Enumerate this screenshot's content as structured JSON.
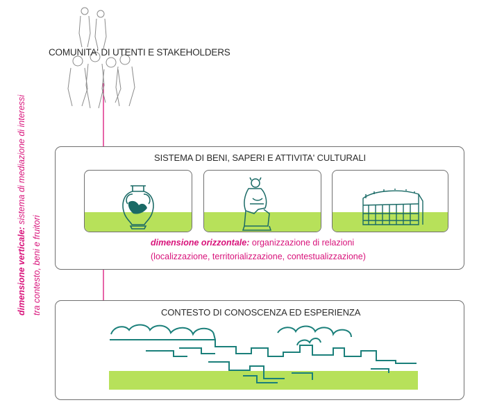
{
  "community": {
    "title": "COMUNITA' DI UTENTI E STAKEHOLDERS"
  },
  "cultural_system": {
    "title": "SISTEMA DI BENI, SAPERI E ATTIVITA' CULTURALI",
    "cards": [
      {
        "icon": "amphora-icon"
      },
      {
        "icon": "statue-icon"
      },
      {
        "icon": "colosseum-icon"
      }
    ],
    "horizontal_label": "dimensione orizzontale:",
    "horizontal_desc": " organizzazione di relazioni",
    "horizontal_detail": "(localizzazione, territorializzazione, contestualizzazione)"
  },
  "context": {
    "title": "CONTESTO DI CONOSCENZA ED ESPERIENZA",
    "icon": "city-skyline-icon"
  },
  "vertical": {
    "label": "dimensione verticale:",
    "desc": " sistema di mediazione di interessi",
    "desc2": "tra contesto, beni e fruitori"
  },
  "colors": {
    "accent": "#d8127a",
    "green": "#b7e15a",
    "teal": "#1a7f7a",
    "border": "#6f6f6f"
  }
}
